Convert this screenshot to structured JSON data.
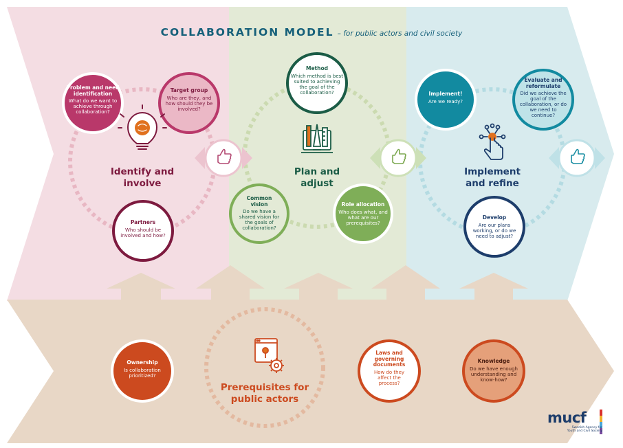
{
  "header": {
    "title": "COLLABORATION MODEL",
    "subtitle": "– for public actors and civil society"
  },
  "colors": {
    "pink_bg": "#f4dde3",
    "green_bg": "#e3ead6",
    "blue_bg": "#d8ebee",
    "beige_bg": "#e8d7c6",
    "maroon": "#7d1a3f",
    "dark_green": "#1b5c46",
    "teal": "#128aa0",
    "navy": "#1d3d6b",
    "orange": "#d4501f"
  },
  "phases": {
    "identify": {
      "label_line1": "Identify and",
      "label_line2": "involve",
      "icon": "lightbulb-brain-icon",
      "problem": {
        "title_line1": "Problem and need",
        "title_line2": "identification",
        "text_line1": "What do we want to",
        "text_line2": "achieve through",
        "text_line3": "collaboration?"
      },
      "target": {
        "title": "Target group",
        "text_line1": "Who are they, and",
        "text_line2": "how should they be",
        "text_line3": "involved?"
      },
      "partners": {
        "title": "Partners",
        "text_line1": "Who should be",
        "text_line2": "involved and how?"
      }
    },
    "plan": {
      "label_line1": "Plan and",
      "label_line2": "adjust",
      "icon": "planning-tools-icon",
      "method": {
        "title": "Method",
        "text_line1": "Which method is best",
        "text_line2": "suited to achieving",
        "text_line3": "the goal of the",
        "text_line4": "collaboration?"
      },
      "vision": {
        "title_line1": "Common",
        "title_line2": "vision",
        "text_line1": "Do we have a",
        "text_line2": "shared vision for",
        "text_line3": "the goals of",
        "text_line4": "collaboration?"
      },
      "roles": {
        "title": "Role allocation",
        "text_line1": "Who does what, and",
        "text_line2": "what are our",
        "text_line3": "prerequisites?"
      }
    },
    "implement": {
      "label_line1": "Implement",
      "label_line2": "and refine",
      "icon": "touch-network-icon",
      "implement": {
        "title": "Implement!",
        "text": "Are we ready?"
      },
      "evaluate": {
        "title_line1": "Evaluate and",
        "title_line2": "reformulate",
        "text_line1": "Did we achieve the",
        "text_line2": "goal of the",
        "text_line3": "collaboration, or do",
        "text_line4": "we need to",
        "text_line5": "continue?"
      },
      "develop": {
        "title": "Develop",
        "text_line1": "Are our plans",
        "text_line2": "working, or do we",
        "text_line3": "need to adjust?"
      }
    }
  },
  "prerequisites": {
    "label_line1": "Prerequisites for",
    "label_line2": "public actors",
    "icon": "settings-window-icon",
    "ownership": {
      "title": "Ownership",
      "text_line1": "Is collaboration",
      "text_line2": "prioritized?"
    },
    "laws": {
      "title_line1": "Laws and",
      "title_line2": "governing",
      "title_line3": "documents",
      "text_line1": "How do they",
      "text_line2": "affect the",
      "text_line3": "process?"
    },
    "knowledge": {
      "title": "Knowledge",
      "text_line1": "Do we have enough",
      "text_line2": "understanding and",
      "text_line3": "know-how?"
    }
  },
  "logo": {
    "name": "mucf",
    "tagline_line1": "Swedish Agency for",
    "tagline_line2": "Youth and Civil Society"
  },
  "icons": [
    "thumbs-up-icon",
    "lightbulb-brain-icon",
    "planning-tools-icon",
    "touch-network-icon",
    "settings-window-icon",
    "up-arrow-icon"
  ]
}
